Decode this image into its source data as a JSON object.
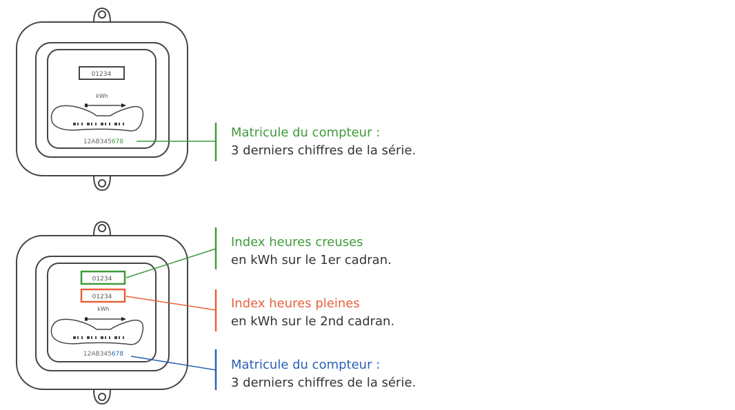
{
  "colors": {
    "green": "#3f9a3a",
    "orange": "#e8603a",
    "blue": "#2b5fb3",
    "outline": "#444444"
  },
  "meter1": {
    "display": "01234",
    "unit": "kWh",
    "serial_prefix": "12AB345",
    "serial_suffix": "678",
    "label_title": "Matricule du compteur :",
    "label_text": "3 derniers chiffres de la série."
  },
  "meter2": {
    "display_hc": "01234",
    "display_hp": "01234",
    "unit": "kWh",
    "serial_prefix": "12AB345",
    "serial_suffix": "678",
    "hc_title": "Index heures creuses",
    "hc_text": "en kWh sur le 1er cadran.",
    "hp_title": "Index heures pleines",
    "hp_text": "en kWh sur le 2nd cadran.",
    "serial_title": "Matricule du compteur :",
    "serial_text": "3 derniers chiffres de la série."
  }
}
